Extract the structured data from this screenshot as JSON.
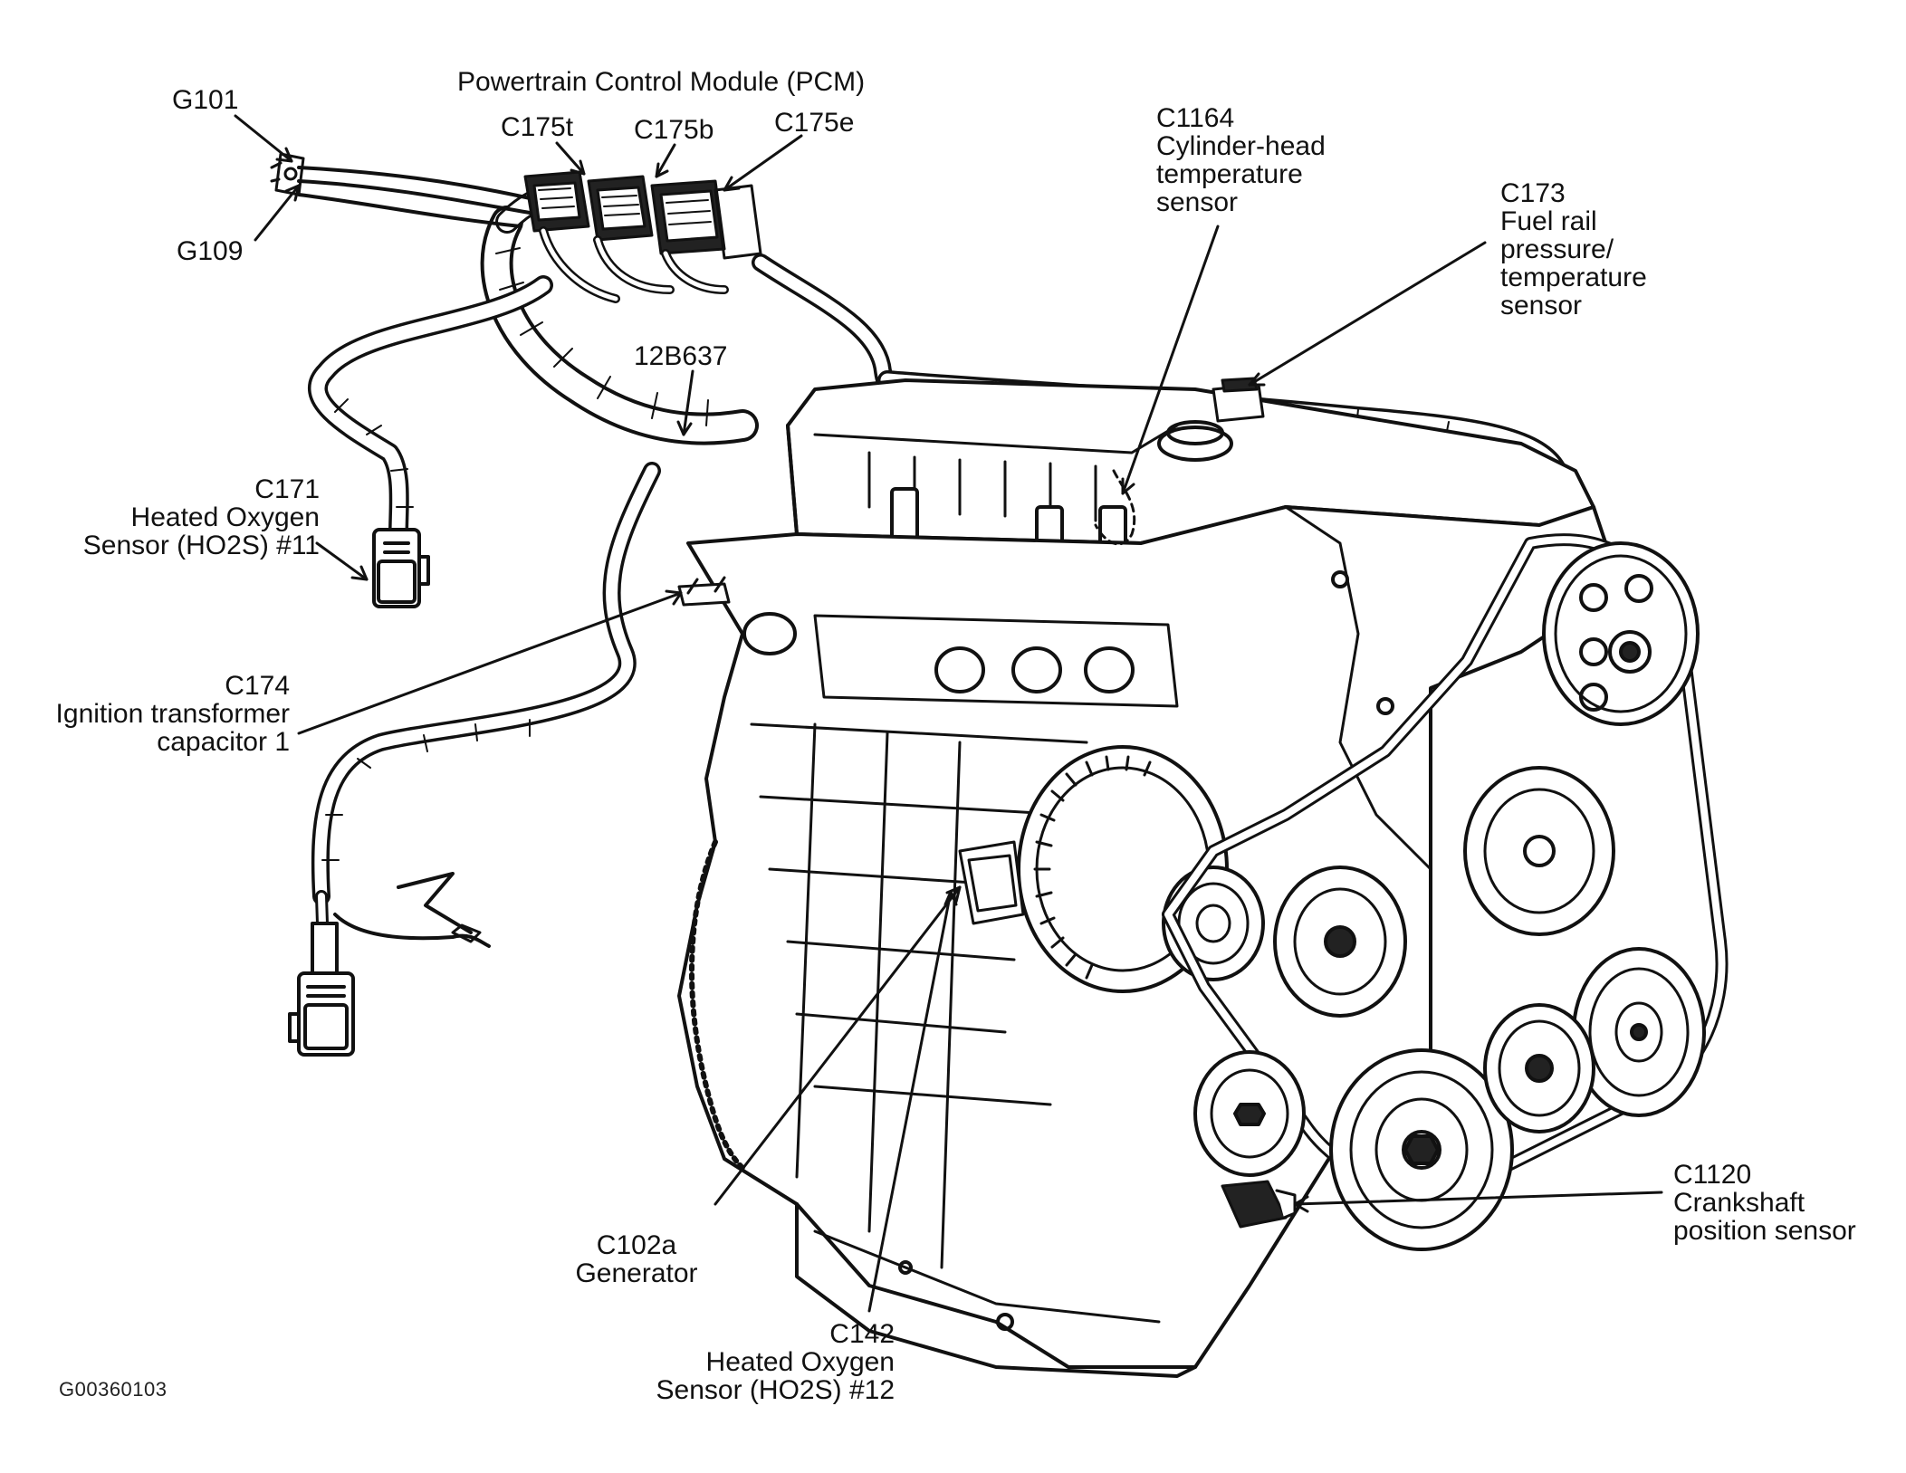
{
  "diagram": {
    "figure_id": "G00360103",
    "labels": {
      "pcm_title": "Powertrain Control Module (PCM)",
      "g101": "G101",
      "g109": "G109",
      "c175t": "C175t",
      "c175b": "C175b",
      "c175e": "C175e",
      "c12b637": "12B637",
      "c1164": [
        "C1164",
        "Cylinder-head",
        "temperature",
        "sensor"
      ],
      "c173": [
        "C173",
        "Fuel rail",
        "pressure/",
        "temperature",
        "sensor"
      ],
      "c171": [
        "C171",
        "Heated Oxygen",
        "Sensor (HO2S) #11"
      ],
      "c174": [
        "C174",
        "Ignition transformer",
        "capacitor 1"
      ],
      "c102a": [
        "C102a",
        "Generator"
      ],
      "c142": [
        "C142",
        "Heated Oxygen",
        "Sensor (HO2S) #12"
      ],
      "c1120": [
        "C1120",
        "Crankshaft",
        "position sensor"
      ]
    },
    "colors": {
      "ink": "#111111",
      "paper": "#ffffff"
    }
  }
}
